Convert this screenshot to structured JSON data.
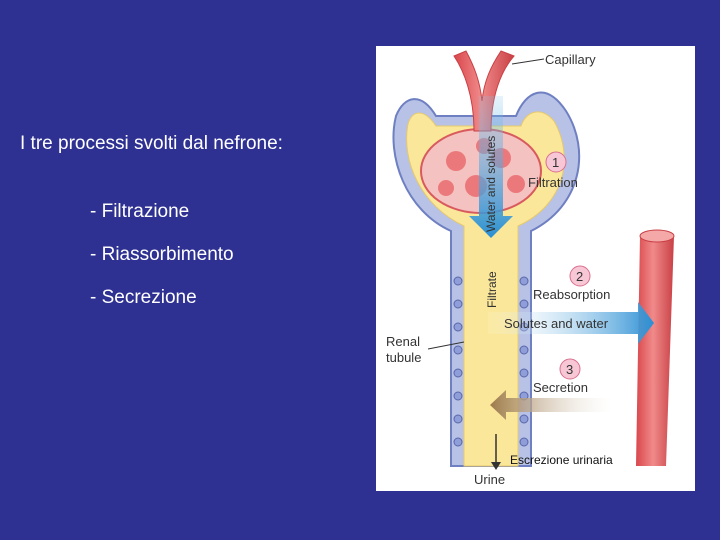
{
  "slide": {
    "title": "I tre processi svolti dal nefrone:",
    "bullets": [
      "- Filtrazione",
      "- Riassorbimento",
      "- Secrezione"
    ]
  },
  "diagram": {
    "labels": {
      "capillary": "Capillary",
      "water_solutes": "Water and solutes",
      "filtrate": "Filtrate",
      "step1_num": "1",
      "step1": "Filtration",
      "step2_num": "2",
      "step2": "Reabsorption",
      "solutes_water": "Solutes and water",
      "step3_num": "3",
      "step3": "Secretion",
      "renal_line1": "Renal",
      "renal_line2": "tubule",
      "urine": "Urine"
    },
    "caption": "Escrezione urinaria",
    "colors": {
      "background": "#2e3192",
      "capillary_red": "#e8666a",
      "tubule_blue": "#b8c2e6",
      "filtrate_yellow": "#fbe79a",
      "arrow_blue": "#3aa0dc",
      "arrow_brown": "#b89a6e"
    }
  }
}
